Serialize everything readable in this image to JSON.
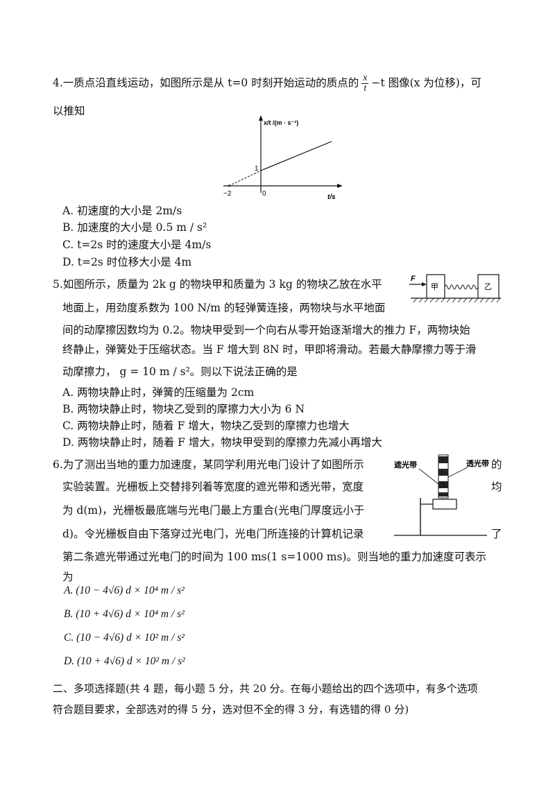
{
  "q4": {
    "stem_pre": "4.一质点沿直线运动，如图所示是从 t=0 时刻开始运动的质点的",
    "frac_num": "x",
    "frac_den": "t",
    "stem_post": "−t 图像(x 为位移)，可",
    "stem_line2": "以推知",
    "graph": {
      "y_axis_label": "x/t /(m · s⁻¹)",
      "x_axis_label": "t/s",
      "tick_neg2": "−2",
      "tick_0": "0",
      "tick_1": "1"
    },
    "options": [
      "A. 初速度的大小是 2m/s",
      "B. 加速度的大小是 0.5 m / s²",
      "C. t=2s 时的速度大小是 4m/s",
      "D.  t=2s 时位移大小是 4m"
    ]
  },
  "q5": {
    "lines": [
      "5.如图所示，质量为 2k g 的物块甲和质量为 3 kg 的物块乙放在水平",
      "地面上，用劲度系数为 100 N/m 的轻弹簧连接，两物块与水平地面",
      "间的动摩擦因数均为 0.2。物块甲受到一个向右从零开始逐渐增大的推力 F，两物块始",
      "终静止，弹簧处于压缩状态。当 F 增大到 8N 时，甲即将滑动。若最大静摩擦力等于滑",
      "动摩擦力，  g = 10 m / s²。则以下说法正确的是"
    ],
    "figure": {
      "force_label": "F",
      "block_a": "甲",
      "block_b": "乙"
    },
    "options": [
      "A. 两物块静止时，弹簧的压缩量为  2cm",
      "B. 两物块静止时，物块乙受到的摩擦力大小为  6  N",
      "C. 两物块静止时，随着 F 增大，物块乙受到的摩擦力也增大",
      "D. 两物块静止时，随着  F  增大，物块甲受到的摩擦力先减小再增大"
    ]
  },
  "q6": {
    "lines": [
      "6.为了测出当地的重力加速度，某同学利用光电门设计了如图所示",
      "实验装置。光栅板上交替排列着等宽度的遮光带和透光带，宽度",
      "为 d(m)，光栅板最底端与光电门最上方重合(光电门厚度远小于",
      "d)。令光栅板自由下落穿过光电门，光电门所连接的计算机记录",
      "第二条遮光带通过光电门的时间为 100  ms(1  s=1000  ms)。则当地的重力加速度可表示",
      "为"
    ],
    "tail_de": "的",
    "tail_jun": "均",
    "tail_le": "了",
    "figure": {
      "label_opaque": "遮光带",
      "label_clear": "透光带"
    },
    "options": [
      "A. (10 − 4√6) d × 10⁴ m / s²",
      "B. (10 + 4√6) d × 10⁴ m / s²",
      "C. (10 − 4√6) d × 10² m / s²",
      "D. (10 + 4√6) d × 10² m / s²"
    ]
  },
  "section2": {
    "line1": "二、多项选择题(共 4 题，每小题 5 分，共 20 分。在每小题给出的四个选项中，有多个选项",
    "line2": "符合题目要求，全部选对的得 5 分，选对但不全的得 3 分，有选错的得 0 分)"
  }
}
